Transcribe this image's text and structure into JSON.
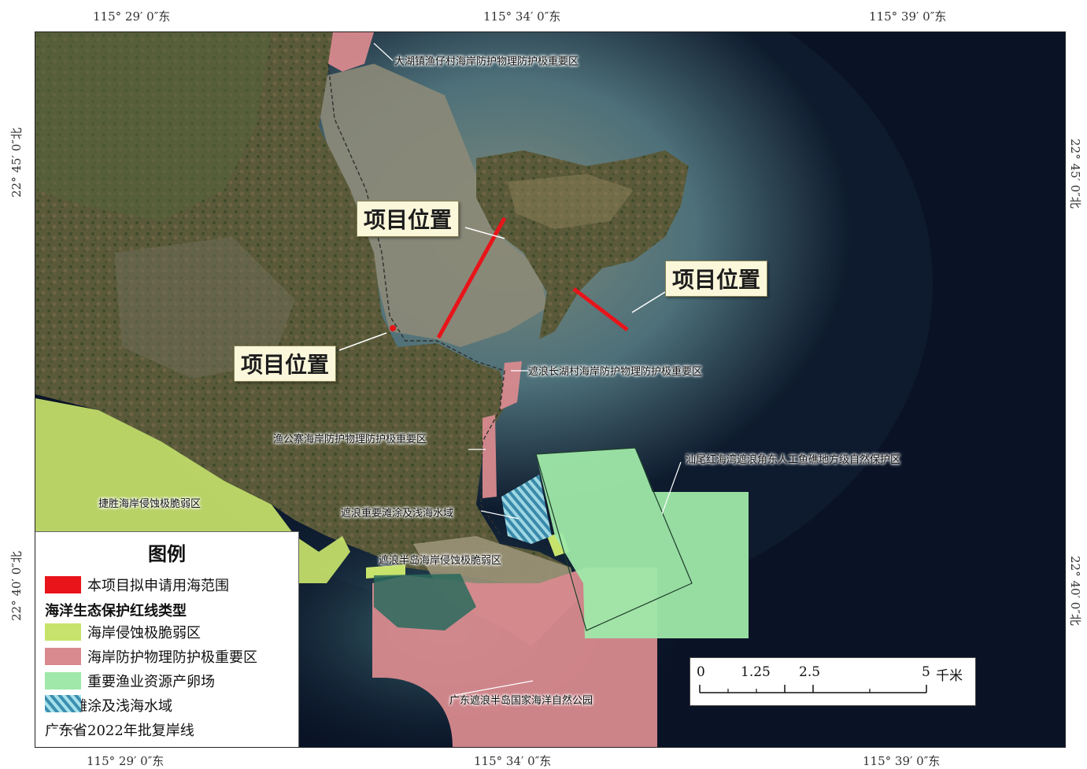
{
  "coords": {
    "top": [
      "115° 29′ 0″东",
      "115° 34′ 0″东",
      "115° 39′ 0″东"
    ],
    "bottom": [
      "115° 29′ 0″东",
      "115° 34′ 0″东",
      "115° 39′ 0″东"
    ],
    "left": [
      "22° 45′ 0″北",
      "22° 40′ 0″北"
    ],
    "right": [
      "22° 45′ 0″北",
      "22° 40′ 0″北"
    ]
  },
  "callouts": [
    "项目位置",
    "项目位置",
    "项目位置"
  ],
  "zone_labels": {
    "dahu": "大湖镇渔仔村海岸防护物理防护极重要区",
    "changhu": "遮浪长湖村海岸防护物理防护极重要区",
    "yugongzhai": "渔公寨海岸防护物理防护极重要区",
    "honghai_reef": "汕尾红海湾遮浪角东人工鱼礁地方级自然保护区",
    "jiesheng": "捷胜海岸侵蚀极脆弱区",
    "zhelang_mudflat": "遮浪重要滩涂及浅海水域",
    "zhelang_erosion": "遮浪半岛海岸侵蚀极脆弱区",
    "marine_park": "广东遮浪半岛国家海洋自然公园"
  },
  "legend": {
    "title": "图例",
    "project_label": "本项目拟申请用海范围",
    "subtitle": "海洋生态保护红线类型",
    "items": [
      {
        "label": "海岸侵蚀极脆弱区",
        "color": "#c8e36b"
      },
      {
        "label": "海岸防护物理防护极重要区",
        "color": "#d88a8e"
      },
      {
        "label": "重要渔业资源产卵场",
        "color": "#9fe8a9"
      },
      {
        "label": "重要滩涂及浅海水域",
        "color": "#8fd4e8"
      },
      {
        "label": "广东省2022年批复岸线",
        "color": "#555555"
      }
    ]
  },
  "scale": {
    "ticks": [
      "0",
      "1.25",
      "2.5",
      "5"
    ],
    "unit": "千米"
  },
  "colors": {
    "project": "#e8141a",
    "sea_deep": "#0a1326",
    "callout_bg": "#fbf7da"
  }
}
